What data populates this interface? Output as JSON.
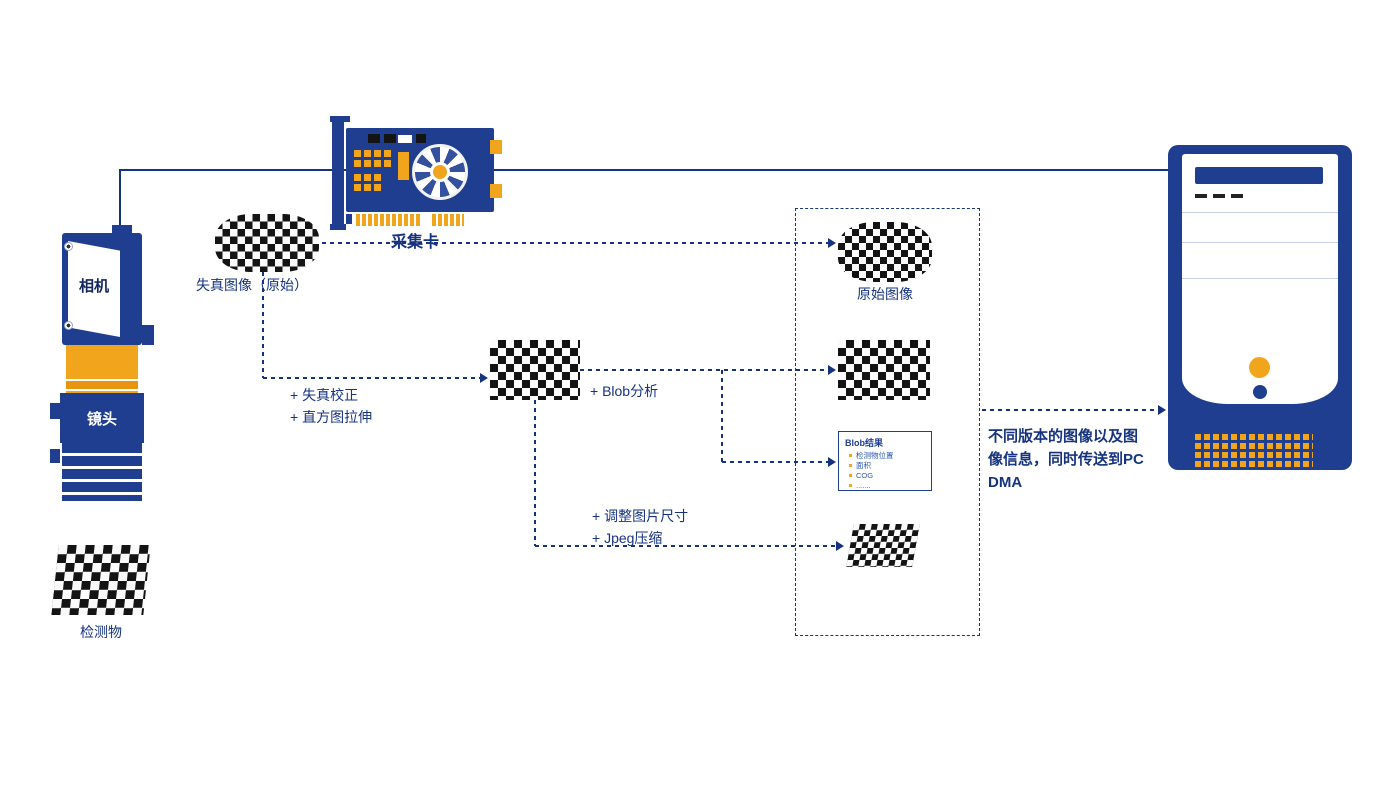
{
  "colors": {
    "blue": "#1f3e8f",
    "orange": "#f1a51d",
    "navy": "#16337f",
    "black": "#141414"
  },
  "camera": {
    "label": "相机",
    "lens_label": "镜头"
  },
  "detect_object": {
    "label": "检测物"
  },
  "capture_card": {
    "label": "采集卡"
  },
  "distorted_image": {
    "label": "失真图像（原始）"
  },
  "original_image": {
    "label": "原始图像"
  },
  "process_steps": {
    "correction": [
      "+ 失真校正",
      "+ 直方图拉伸"
    ],
    "blob": "+ Blob分析",
    "resize": [
      "+ 调整图片尺寸",
      "+ Jpeg压缩"
    ]
  },
  "blob_result": {
    "title": "Blob结果",
    "items": [
      "检测物位置",
      "面积",
      "COG",
      "......."
    ]
  },
  "pc_note": {
    "lines": [
      "不同版本的图像以及图",
      "像信息，同时传送到PC",
      "DMA"
    ]
  }
}
